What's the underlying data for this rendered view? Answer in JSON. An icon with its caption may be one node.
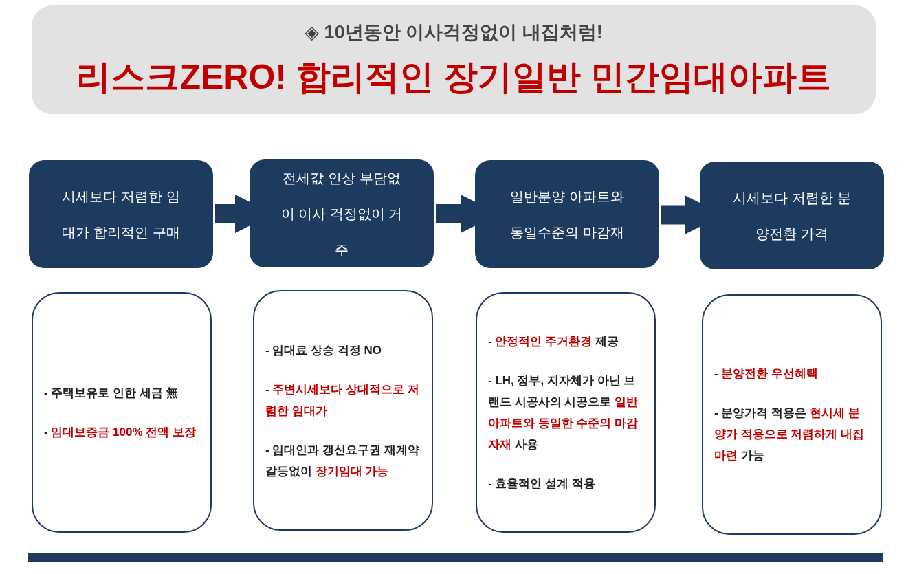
{
  "diagram": {
    "nodes": [
      {
        "text": [
          "◈ 10년동안 이사걱정없이 내집처럼!",
          "리스크ZERO! 합리적인 장기일반 민간임대아파트"
        ]
      },
      {
        "text": [
          "시세보다 저렴한 임대가 합리적인 구매"
        ]
      },
      {
        "text": [
          "전세값 인상 부담없이 이사 걱정없이 거주"
        ]
      },
      {
        "text": [
          "일반분양 아파트와 동일수준의 마감재"
        ]
      },
      {
        "text": [
          "시세보다 저렴한 분양전환 가격"
        ]
      },
      {
        "text": [
          "- 주택보유로 인한 세금 無",
          "- **임대보증금 100% 전액 보장**"
        ]
      },
      {
        "text": [
          "- 임대료 상승 걱정 NO",
          "- **주변시세보다 상대적으로 저렴한 임대가**",
          "- 임대인과 갱신요구권 재계약 갈등없이 **장기임대 가능**"
        ]
      },
      {
        "text": [
          "- **안정적인 주거환경** 제공",
          "- LH, 정부, 지자체가 아닌 브랜드 시공사의 시공으로 **일반 아파트와 동일한 수준의 마감자재** 사용",
          "- 효율적인 설계 적용"
        ]
      },
      {
        "text": [
          "- **분양전환 우선혜택**",
          "- 분양가격 적용은 **현시세 분양가 적용으로 저렴하게 내집 마련** 가능"
        ]
      }
    ],
    "edges": [
      {
        "from": 1,
        "to": 2,
        "arrow": "to"
      },
      {
        "from": 2,
        "to": 3,
        "arrow": "to"
      },
      {
        "from": 3,
        "to": 4,
        "arrow": "to"
      }
    ]
  }
}
